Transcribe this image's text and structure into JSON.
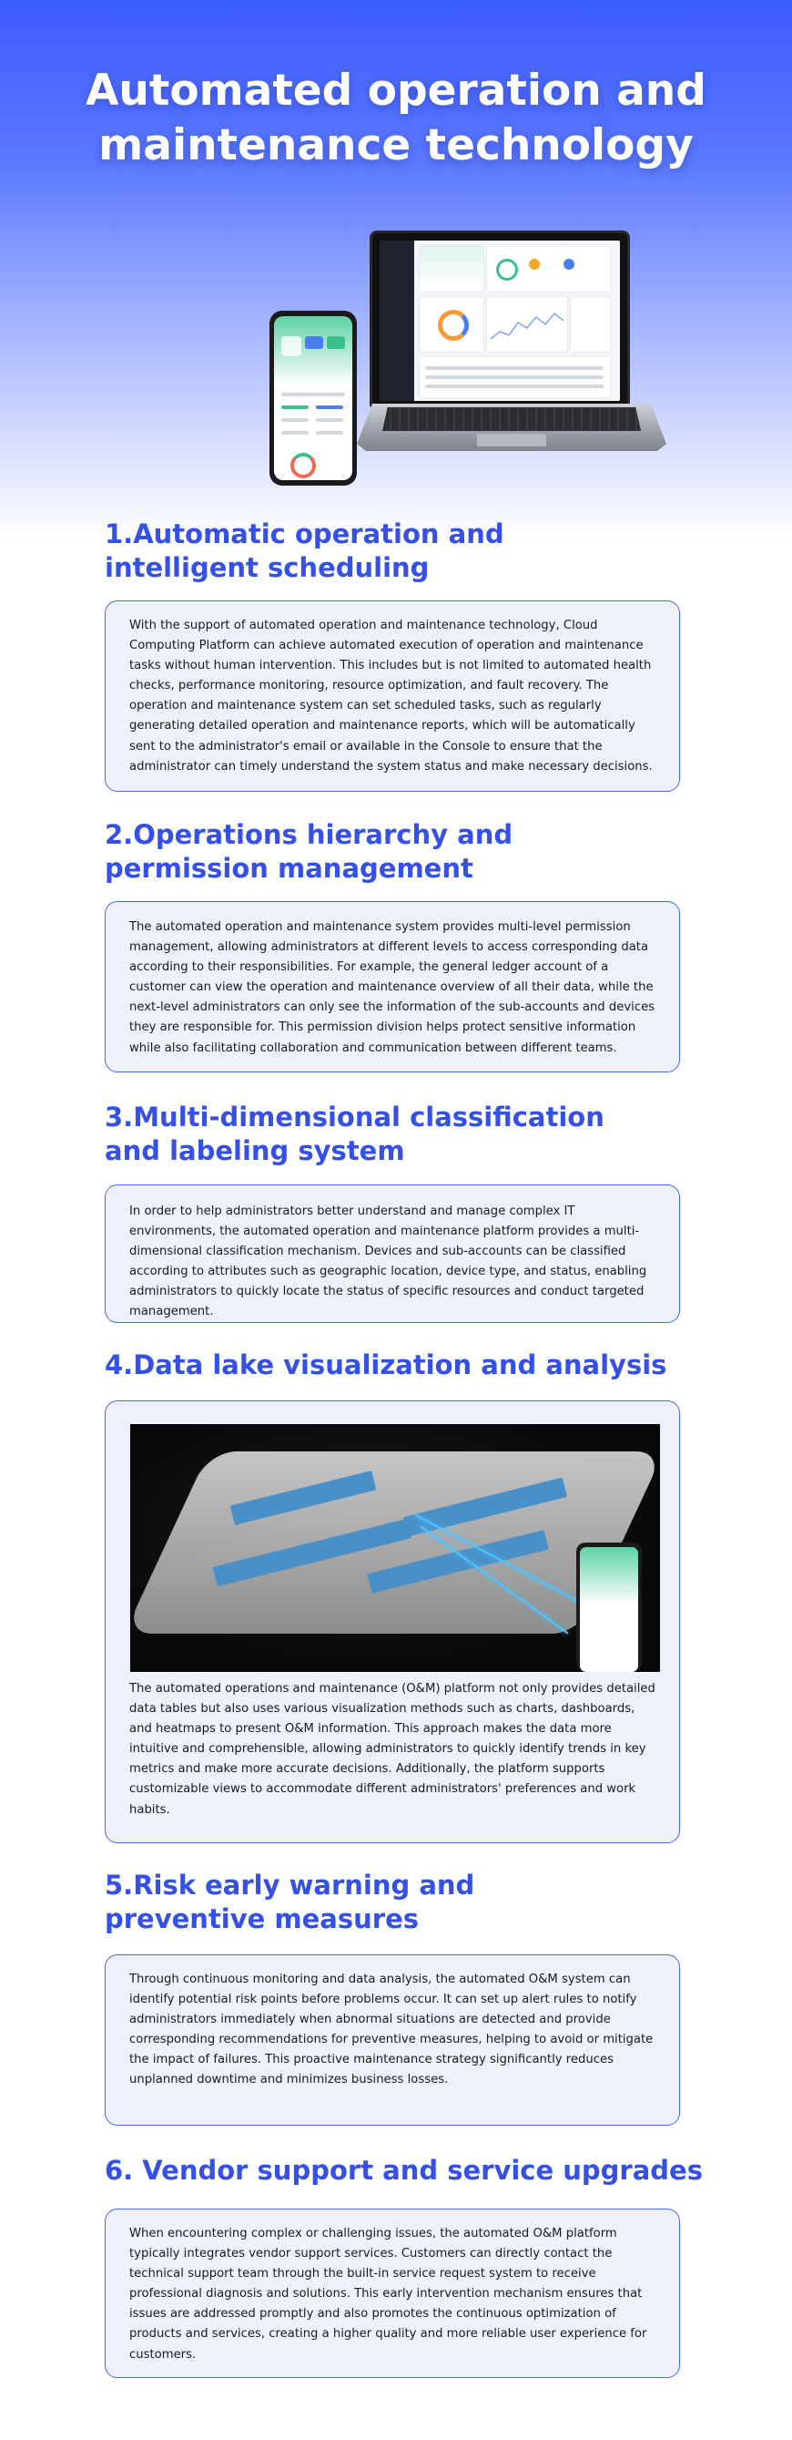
{
  "hero": {
    "title": "Automated operation and\nmaintenance technology"
  },
  "sections": [
    {
      "title": "1.Automatic operation and\n   intelligent scheduling",
      "body": "With the support of automated operation and maintenance technology, Cloud Computing Platform can achieve automated execution of operation and maintenance tasks without human intervention. This includes but is not limited to automated health checks, performance monitoring, resource optimization, and fault recovery. The operation and maintenance system can set scheduled tasks, such as regularly generating detailed operation and maintenance reports, which will be automatically sent to the administrator's email or available in the Console to ensure that the administrator can timely understand the system status and make necessary decisions."
    },
    {
      "title": "2.Operations hierarchy and\n   permission management",
      "body": "The automated operation and maintenance system provides multi-level permission management, allowing administrators at different levels to access corresponding data according to their responsibilities. For example, the general ledger account of a customer can view the operation and maintenance overview of all their data, while the next-level administrators can only see the information of the sub-accounts and devices they are responsible for. This permission division helps protect sensitive information while also facilitating collaboration and communication between different teams."
    },
    {
      "title": "3.Multi-dimensional classification\n    and labeling system",
      "body": "In order to help administrators better understand and manage complex IT environments, the automated operation and maintenance platform provides a multi-dimensional classification mechanism. Devices and sub-accounts can be classified according to attributes such as geographic location, device type, and status, enabling administrators to quickly locate the status of specific resources and conduct targeted management."
    },
    {
      "title": "4.Data lake visualization and analysis",
      "body": "The automated operations and maintenance (O&M) platform not only provides detailed data tables but also uses various visualization methods such as charts, dashboards, and heatmaps to present O&M information. This approach makes the data more intuitive and comprehensible, allowing administrators to quickly identify trends in key metrics and make more accurate decisions. Additionally, the platform supports customizable views to accommodate different administrators' preferences and work habits."
    },
    {
      "title": "5.Risk early warning and\n   preventive measures",
      "body": "Through continuous monitoring and data analysis, the automated O&M system can identify potential risk points before problems occur. It can set up alert rules to notify administrators immediately when abnormal situations are detected and provide corresponding recommendations for preventive measures, helping to avoid or mitigate the impact of failures. This proactive maintenance strategy significantly reduces unplanned downtime and minimizes business losses."
    },
    {
      "title": "6. Vendor support and service upgrades",
      "body": "When encountering complex or challenging issues, the automated O&M platform typically integrates vendor support services. Customers can directly contact the technical support team through the built-in service request system to receive professional diagnosis and solutions. This early intervention mechanism ensures that issues are addressed promptly and also promotes the continuous optimization of products and services, creating a higher quality and more reliable user experience for customers."
    }
  ],
  "colors": {
    "accent": "#3450e6",
    "card_bg": "#eef1fc",
    "card_border": "#4a67ee"
  }
}
